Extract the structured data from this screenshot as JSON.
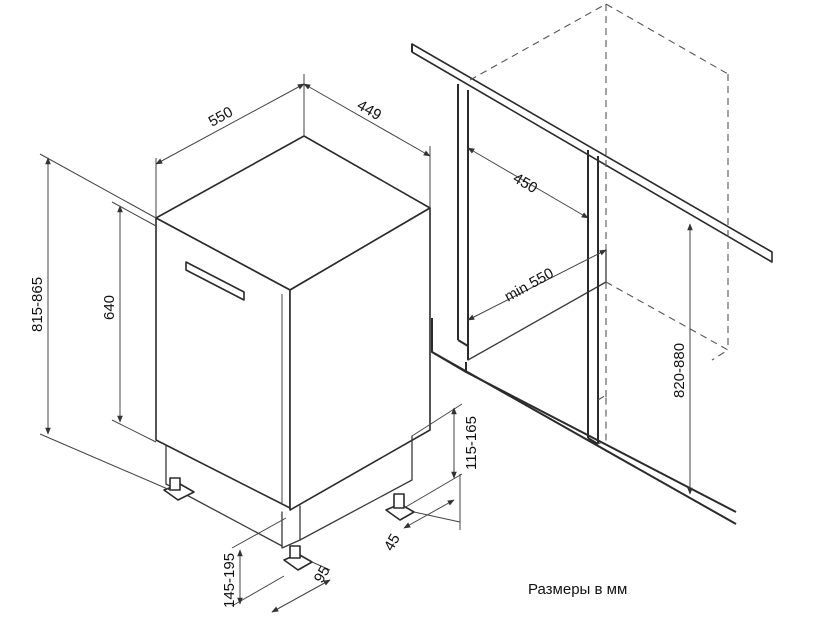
{
  "dimensions": {
    "width": "550",
    "depth": "449",
    "total_height": "815-865",
    "body_height": "640",
    "niche_depth": "450",
    "niche_width": "min 550",
    "niche_height": "820-880",
    "leg_adjust": "115-165",
    "leg_front": "145-195",
    "leg_side": "45",
    "leg_offset": "95"
  },
  "caption": "Размеры в мм"
}
